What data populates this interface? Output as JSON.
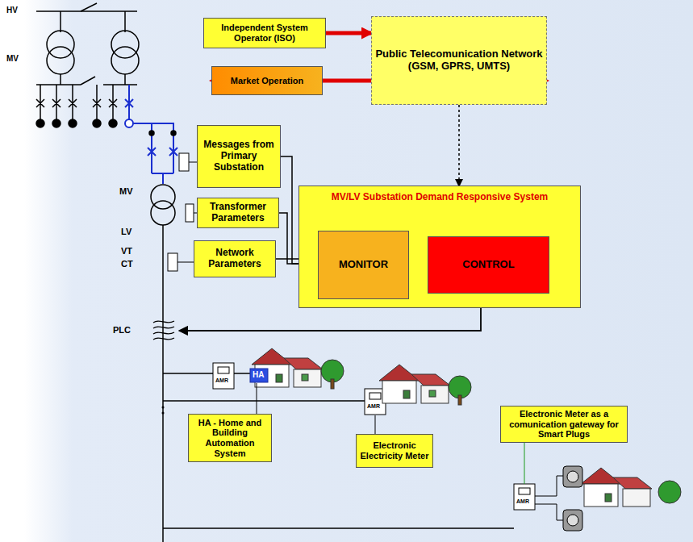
{
  "diagram": {
    "nodes": [
      {
        "text": [
          "Independent System Operator (ISO)"
        ]
      },
      {
        "text": [
          "Market Operation"
        ]
      },
      {
        "text": [
          "Public Telecomunication Network (GSM, GPRS, UMTS)"
        ]
      },
      {
        "text": [
          "Messages from Primary Substation"
        ]
      },
      {
        "text": [
          "Transformer Parameters"
        ]
      },
      {
        "text": [
          "Network Parameters"
        ]
      },
      {
        "text": [
          "MV/LV Substation Demand Responsive System"
        ]
      },
      {
        "text": [
          "MONITOR"
        ],
        "in": 6
      },
      {
        "text": [
          "CONTROL"
        ],
        "in": 6
      },
      {
        "text": [
          "HA - Home and Building Automation System"
        ]
      },
      {
        "text": [
          "Electronic Electricity Meter"
        ]
      },
      {
        "text": [
          "Electronic Meter as a comunication gateway for Smart Plugs"
        ]
      }
    ],
    "edges": [
      {
        "from": 0,
        "to": 2,
        "arrow": "to"
      },
      {
        "from": 1,
        "to": 2,
        "arrow": "both"
      },
      {
        "from": 2,
        "to": 6,
        "arrow": "to"
      },
      {
        "from": 3,
        "to": 7,
        "arrow": "to"
      },
      {
        "from": 4,
        "to": 7,
        "arrow": "to"
      },
      {
        "from": 5,
        "to": 7,
        "arrow": "to"
      },
      {
        "from": 7,
        "to": 8,
        "arrow": "to"
      }
    ],
    "labels": [
      "HV",
      "MV",
      "MV",
      "LV",
      "VT",
      "CT",
      "PLC",
      "HA",
      "AMR",
      "AMR",
      "AMR"
    ]
  }
}
